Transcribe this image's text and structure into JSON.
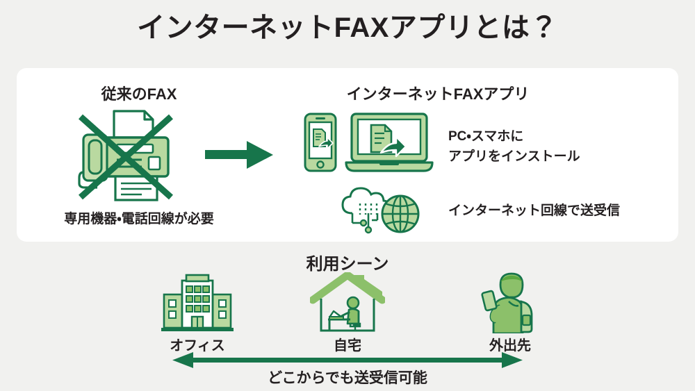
{
  "page": {
    "title": "インターネットFAXアプリとは？",
    "background_color": "#f1f1ef",
    "card_color": "#ffffff"
  },
  "colors": {
    "dark_green": "#17754b",
    "mid_green": "#2e9c5e",
    "light_green": "#a9d18e",
    "pale_green": "#c9e2b3",
    "text": "#231f20"
  },
  "comparison": {
    "legacy": {
      "heading": "従来のFAX",
      "icon": "fax-machine-crossed-out-icon",
      "caption": "専用機器・電話回線が必要"
    },
    "transition_icon": "arrow-right-icon",
    "app": {
      "heading": "インターネットFAXアプリ",
      "features": [
        {
          "icons": [
            "smartphone-icon",
            "laptop-icon"
          ],
          "lines": [
            "PC・スマホに",
            "アプリをインストール"
          ]
        },
        {
          "icons": [
            "cloud-globe-icon"
          ],
          "lines": [
            "インターネット回線で送受信"
          ]
        }
      ]
    }
  },
  "usage": {
    "heading": "利用シーン",
    "scenes": [
      {
        "icon": "office-building-icon",
        "label": "オフィス"
      },
      {
        "icon": "home-desk-icon",
        "label": "自宅"
      },
      {
        "icon": "person-with-phone-icon",
        "label": "外出先"
      }
    ],
    "range_arrow_icon": "double-arrow-icon",
    "range_caption": "どこからでも送受信可能"
  }
}
